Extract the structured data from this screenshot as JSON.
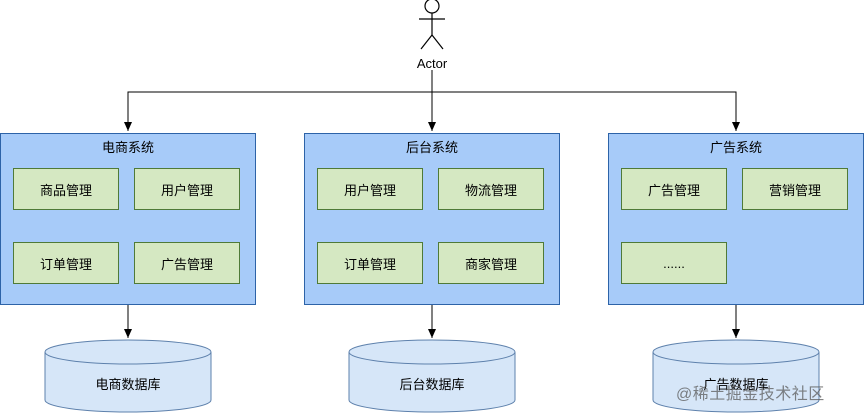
{
  "actor": {
    "label": "Actor"
  },
  "systems": [
    {
      "title": "电商系统",
      "modules": [
        "商品管理",
        "用户管理",
        "订单管理",
        "广告管理"
      ],
      "database": "电商数据库"
    },
    {
      "title": "后台系统",
      "modules": [
        "用户管理",
        "物流管理",
        "订单管理",
        "商家管理"
      ],
      "database": "后台数据库"
    },
    {
      "title": "广告系统",
      "modules": [
        "广告管理",
        "营销管理",
        "......"
      ],
      "database": "广告数据库"
    }
  ],
  "watermark": "@稀土掘金技术社区",
  "colors": {
    "system_fill": "#a7cbf9",
    "system_border": "#2d63a8",
    "module_fill": "#d5e8c2",
    "module_border": "#4f7a38",
    "database_fill": "#d6e6f8",
    "database_border": "#5e81ac"
  }
}
